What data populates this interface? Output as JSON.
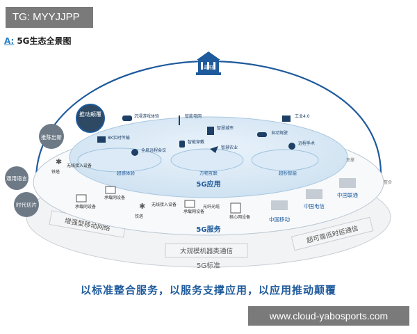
{
  "screen_tag": "TG: MYYJJPP",
  "watermark": "www.cloud-yabosports.com",
  "heading": {
    "prefix": "A:",
    "title": "5G生态全景图"
  },
  "top": {
    "gov": "政府"
  },
  "drivers": {
    "tuidong": "推动颠覆",
    "tuichen": "推陈出新",
    "tongyong": "通用语言",
    "shidai": "时代切片"
  },
  "app_layer": {
    "label": "5G应用",
    "groups": [
      "超感体验",
      "万物互联",
      "超秒智能"
    ],
    "items": {
      "vr": "沉浸游戏体验",
      "hd": "8K实时传输",
      "meeting": "全息远程会议",
      "grid": "智能电网",
      "wear": "智能穿戴",
      "city": "智慧城市",
      "agri": "智慧农业",
      "drive": "自动驾驶",
      "industry": "工业4.0",
      "surgery": "远程手术"
    }
  },
  "service_layer": {
    "label": "5G服务",
    "items": {
      "rail1": "铁塔",
      "wireless1": "无线接入设备",
      "bearer1": "承载网设备",
      "bearer2": "承载网设备",
      "rail2": "铁塔",
      "wireless2": "无线接入设备",
      "bearer3": "承载网设备",
      "fiber": "光纤光缆",
      "core": "核心网设备"
    },
    "operators": {
      "unicom": "中国联通",
      "telecom": "中国电信",
      "mobile": "中国移动"
    },
    "support": "支撑",
    "integrate": "整合"
  },
  "standard_layer": {
    "label": "5G标准",
    "embb": "增强型移动网络",
    "mmtc": "大规模机器类通信",
    "urllc": "超可靠低时延通信"
  },
  "tagline": "以标准整合服务，以服务支撑应用，以应用推动颠覆",
  "colors": {
    "accent": "#1e5a9c",
    "light_blue": "#d8e9f6",
    "bubble": "#6d7a86"
  }
}
